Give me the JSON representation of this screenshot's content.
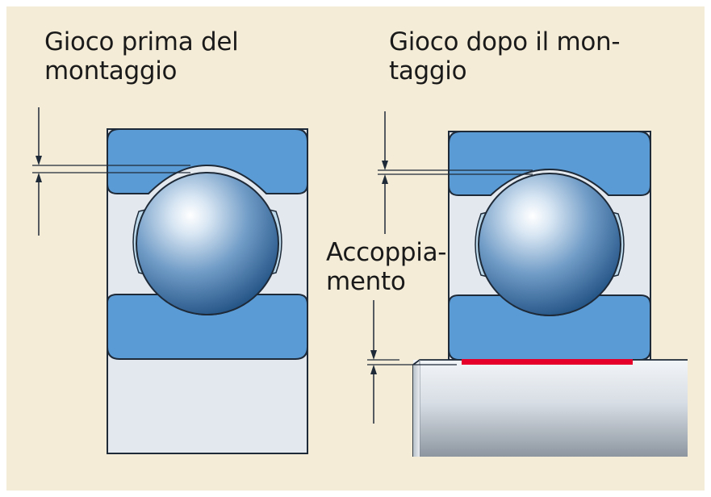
{
  "labels": {
    "clearance_before": [
      "Gioco prima del",
      "montaggio"
    ],
    "clearance_after": [
      "Gioco dopo il mon-",
      "taggio"
    ],
    "fit": [
      "Accoppia-",
      "mento"
    ]
  },
  "colors": {
    "background": "#f4ecd6",
    "ring": "#5b9bd5",
    "ring_edge": "#1e2a38",
    "housing": "#e3e8ef",
    "cage": "#bcd9ec",
    "interference": "#e4002b"
  },
  "icons": {
    "left_bearing": "bearing-before-mounting-icon",
    "right_bearing": "bearing-after-mounting-icon",
    "shaft": "shaft-icon"
  }
}
